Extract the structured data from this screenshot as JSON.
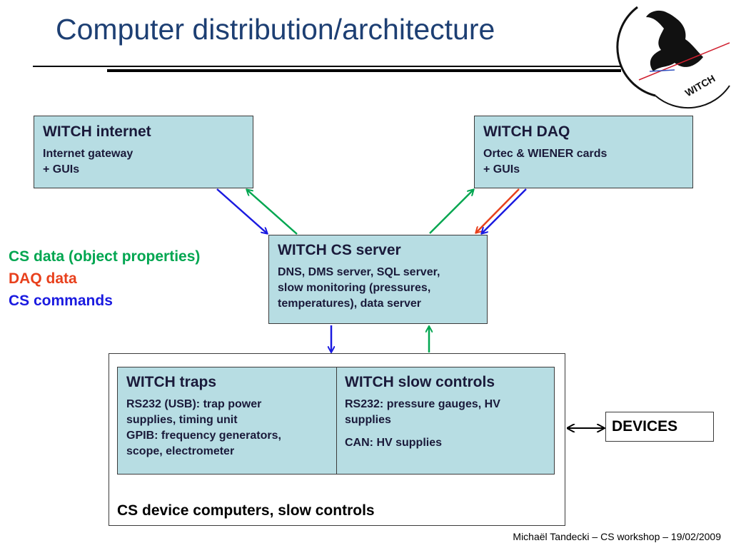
{
  "title": "Computer distribution/architecture",
  "boxes": {
    "internet": {
      "title": "WITCH internet",
      "lines": [
        "Internet gateway",
        "+ GUIs"
      ]
    },
    "daq": {
      "title": "WITCH DAQ",
      "lines": [
        "Ortec & WIENER cards",
        "+ GUIs"
      ]
    },
    "server": {
      "title": "WITCH CS server",
      "lines": [
        "DNS, DMS server, SQL server,",
        "slow monitoring (pressures,",
        "temperatures), data server"
      ]
    },
    "traps": {
      "title": "WITCH traps",
      "lines": [
        "RS232 (USB): trap power",
        "supplies, timing unit",
        "GPIB: frequency generators,",
        "scope, electrometer"
      ]
    },
    "slow": {
      "title": "WITCH slow controls",
      "lines": [
        "RS232: pressure gauges, HV",
        "supplies"
      ],
      "lines2": [
        "CAN: HV supplies"
      ]
    }
  },
  "legend": [
    {
      "text": "CS data (object properties)",
      "color": "#00a650"
    },
    {
      "text": "DAQ data",
      "color": "#e8401c"
    },
    {
      "text": "CS commands",
      "color": "#1a1ae0"
    }
  ],
  "outer_label": "CS device computers, slow controls",
  "devices": "DEVICES",
  "footer": "Michaël Tandecki – CS workshop – 19/02/2009",
  "logo_text": "WITCH",
  "colors": {
    "title": "#1d3f73",
    "box_fill": "#b7dde3",
    "green": "#00a650",
    "red": "#e8401c",
    "blue": "#1a1ae0"
  }
}
